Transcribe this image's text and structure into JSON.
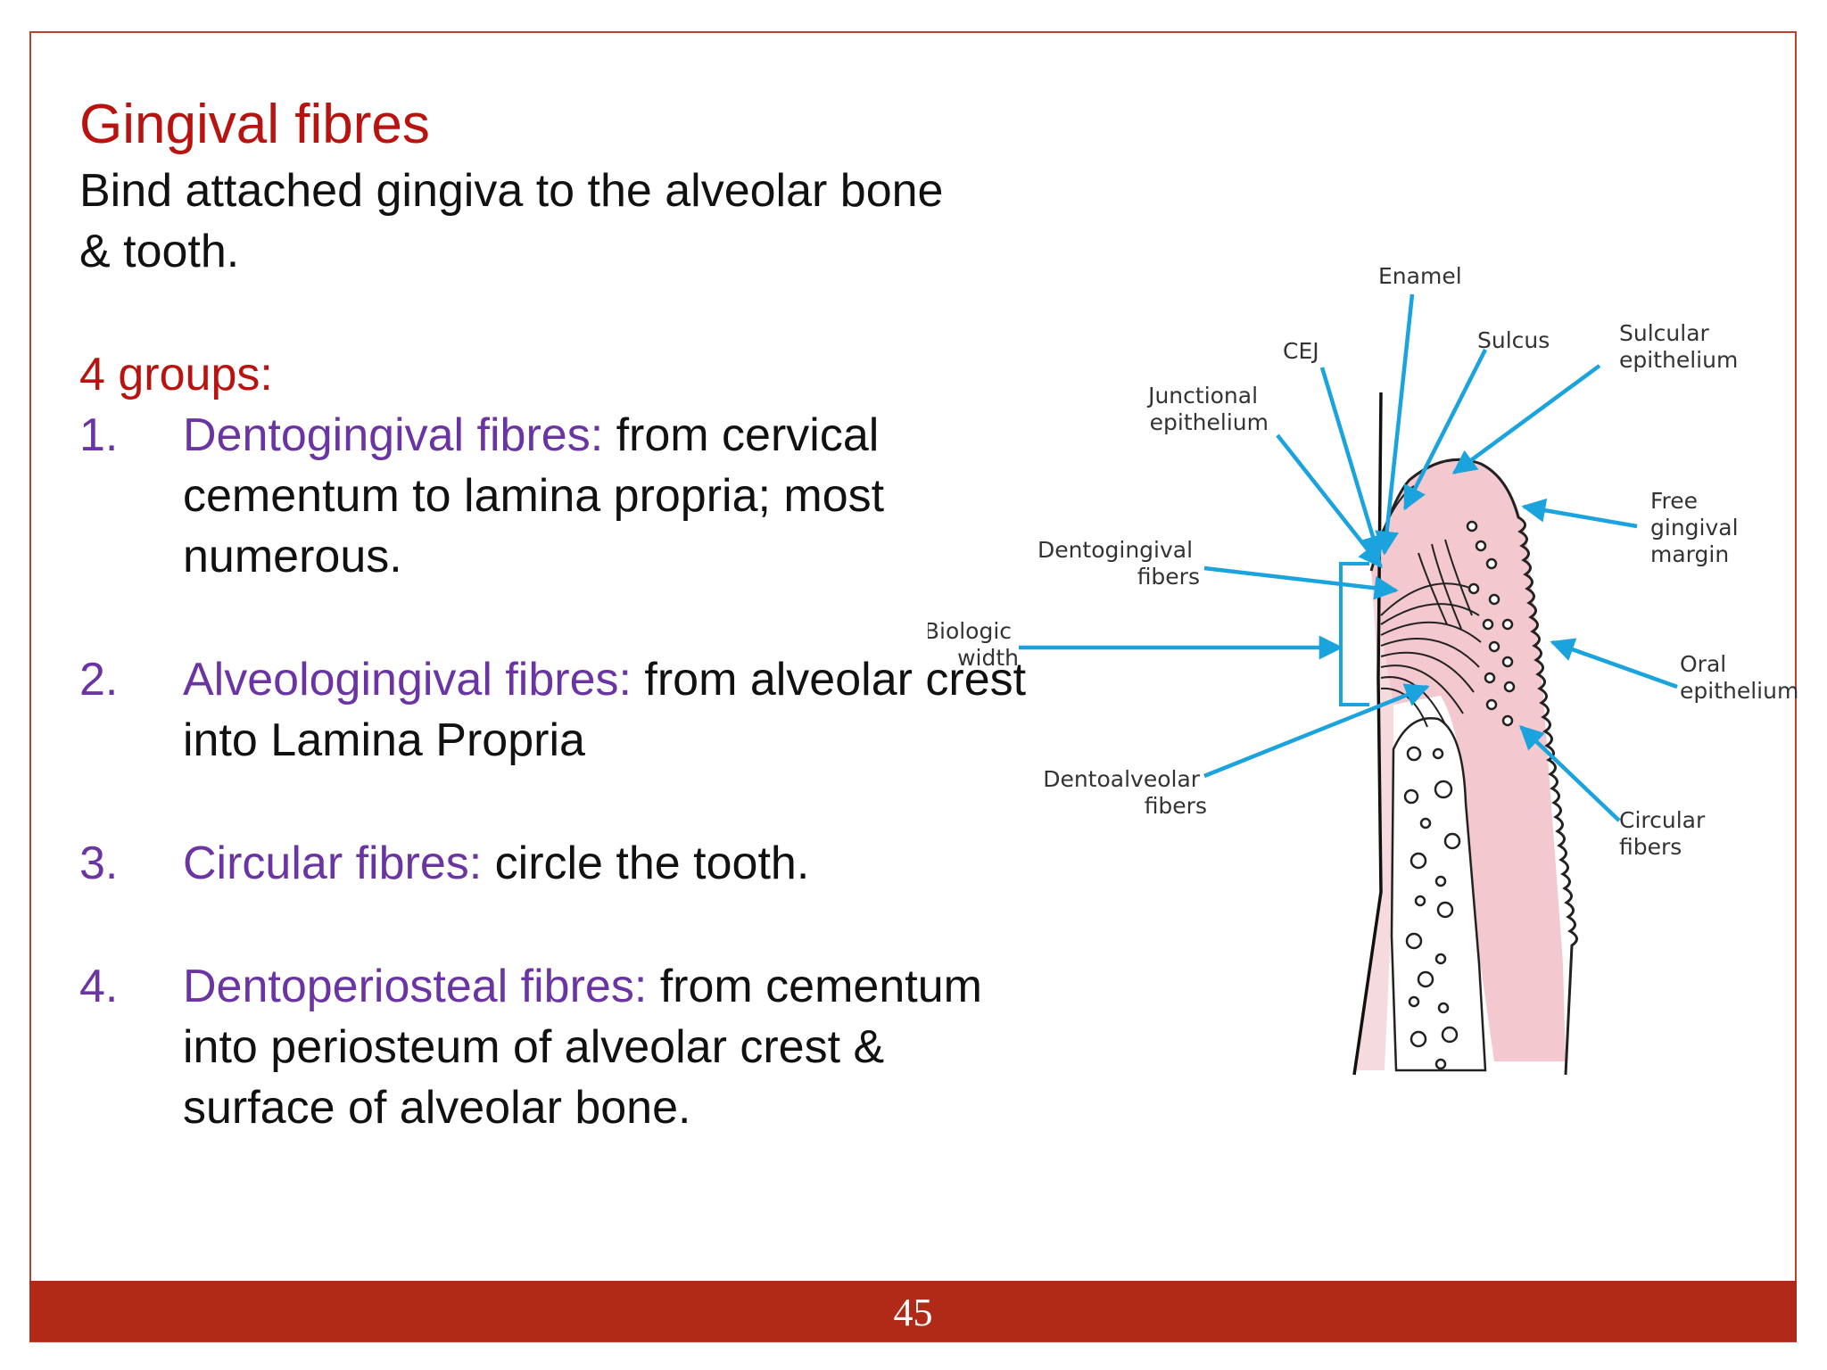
{
  "slide": {
    "title": "Gingival fibres",
    "intro": "Bind attached gingiva to the alveolar bone & tooth.",
    "groups_heading": "4 groups:",
    "groups": [
      {
        "number": "1.",
        "name": "Dentogingival fibres:",
        "desc": " from cervical cementum to lamina propria; most numerous."
      },
      {
        "number": "2.",
        "name": "Alveologingival fibres:",
        "desc": " from alveolar crest into Lamina Propria"
      },
      {
        "number": "3.",
        "name": "Circular fibres:",
        "desc": " circle the tooth."
      },
      {
        "number": "4.",
        "name": "Dentoperiosteal fibres:",
        "desc": " from cementum into periosteum of alveolar crest & surface of alveolar bone."
      }
    ],
    "page_number": "45"
  },
  "diagram": {
    "labels": {
      "enamel": "Enamel",
      "cej": "CEJ",
      "sulcus": "Sulcus",
      "sulcular_epithelium": [
        "Sulcular",
        "epithelium"
      ],
      "junctional_epithelium": [
        "Junctional",
        "epithelium"
      ],
      "free_gingival_margin": [
        "Free",
        "gingival",
        "margin"
      ],
      "dentogingival_fibers": [
        "Dentogingival",
        "fibers"
      ],
      "biologic_width": [
        "Biologic",
        "width"
      ],
      "oral_epithelium": [
        "Oral",
        "epithelium"
      ],
      "dentoalveolar_fibers": [
        "Dentoalveolar",
        "fibers"
      ],
      "circular_fibers": [
        "Circular",
        "fibers"
      ]
    }
  },
  "colors": {
    "title": "#b8130f",
    "group_name": "#6a35a3",
    "footer": "#b02a17",
    "arrow": "#1aa3dc",
    "gingiva": "#f3c9cf"
  }
}
